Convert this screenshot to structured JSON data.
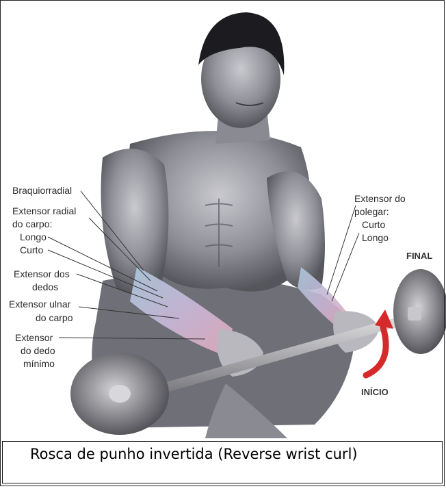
{
  "labels": {
    "braquiorradial": "Braquiorradial",
    "extensor_radial_1": "Extensor radial",
    "extensor_radial_2": "do carpo:",
    "longo_left": "Longo",
    "curto_left": "Curto",
    "extensor_dos_1": "Extensor dos",
    "extensor_dos_2": "dedos",
    "extensor_ulnar_1": "Extensor ulnar",
    "extensor_ulnar_2": "do carpo",
    "extensor_dedo_1": "Extensor",
    "extensor_dedo_2": "do dedo",
    "extensor_dedo_3": "mínimo",
    "extensor_polegar_1": "Extensor do",
    "extensor_polegar_2": "polegar:",
    "curto_right": "Curto",
    "longo_right": "Longo",
    "final": "FINAL",
    "inicio": "INÍCIO"
  },
  "caption": "Rosca de punho invertida (Reverse wrist curl)",
  "colors": {
    "muscle_shade": "#8c8c93",
    "highlight_blue": "#9fc6de",
    "highlight_pink": "#e7b2bf",
    "arrow_red": "#d62a2a"
  }
}
